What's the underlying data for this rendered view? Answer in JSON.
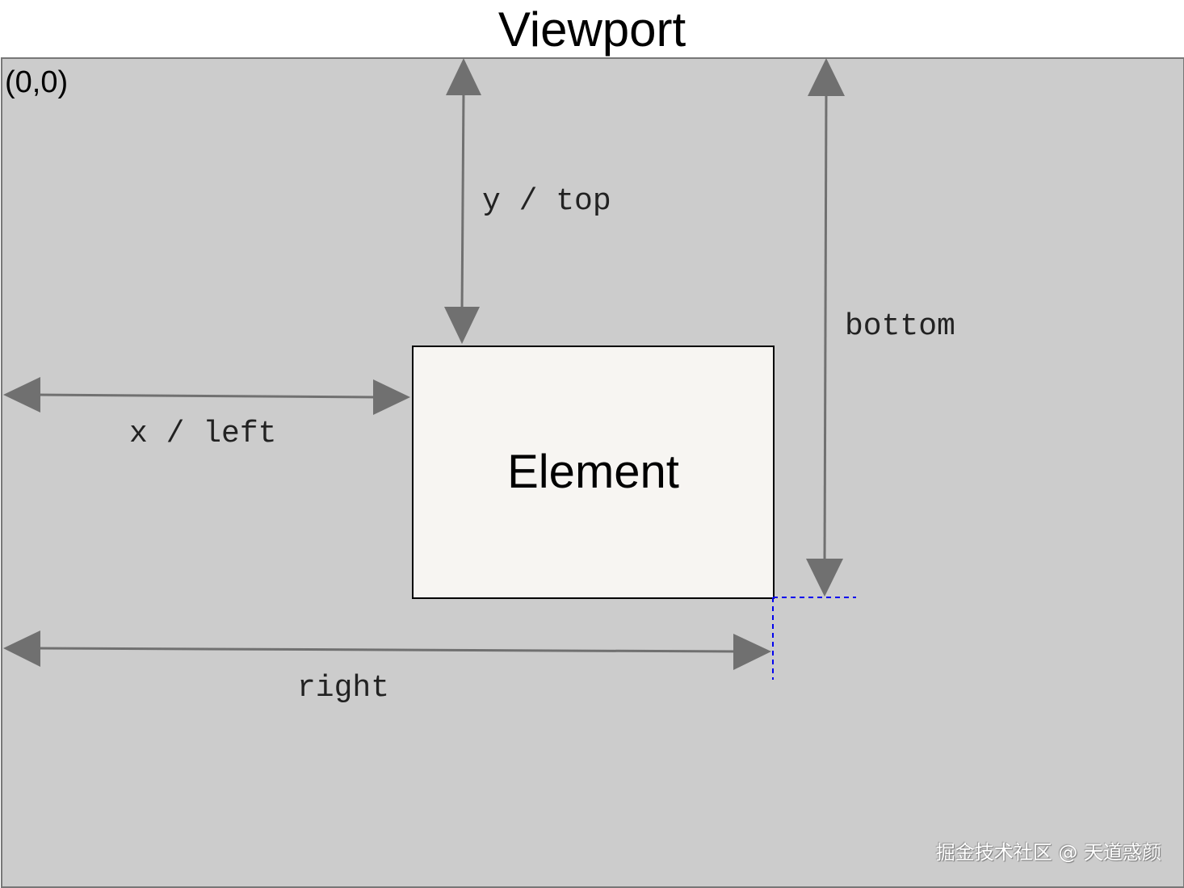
{
  "diagram": {
    "title": "Viewport",
    "origin_label": "(0,0)",
    "element_label": "Element",
    "labels": {
      "top": "y / top",
      "left": "x / left",
      "bottom": "bottom",
      "right": "right"
    },
    "watermark": "掘金技术社区 @ 天道惑颜",
    "colors": {
      "viewport_fill": "#cccccc",
      "viewport_border": "#777777",
      "element_fill": "#f7f5f2",
      "arrow": "#707070",
      "guide_dashed": "#0000ee"
    }
  }
}
